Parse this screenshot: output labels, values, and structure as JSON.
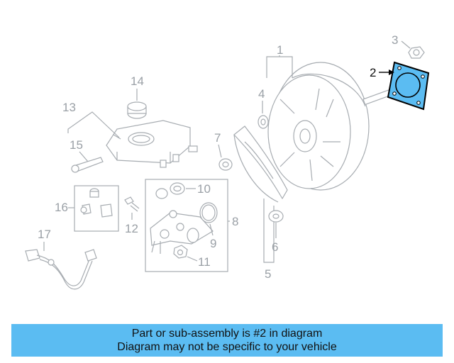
{
  "diagram": {
    "callouts": [
      "1",
      "2",
      "3",
      "4",
      "5",
      "6",
      "7",
      "8",
      "9",
      "10",
      "11",
      "12",
      "13",
      "14",
      "15",
      "16",
      "17"
    ],
    "highlight_color": "#5bbcf2"
  },
  "banner": {
    "line1": "Part or sub-assembly is #2 in diagram",
    "line2": "Diagram may not be specific to your vehicle",
    "color": "#5bbcf2"
  }
}
